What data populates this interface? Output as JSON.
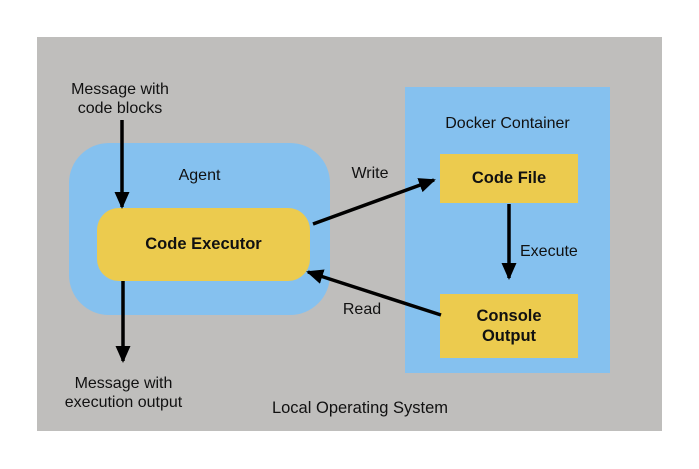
{
  "diagram": {
    "os": {
      "label": "Local Operating System"
    },
    "agent": {
      "label": "Agent"
    },
    "code_executor": {
      "label": "Code Executor"
    },
    "docker": {
      "label": "Docker Container"
    },
    "code_file": {
      "label": "Code File"
    },
    "console_output": {
      "label": "Console Output"
    },
    "input_message": {
      "line1": "Message with",
      "line2": "code blocks"
    },
    "output_message": {
      "line1": "Message with",
      "line2": "execution output"
    },
    "edges": {
      "write": {
        "label": "Write"
      },
      "execute": {
        "label": "Execute"
      },
      "read": {
        "label": "Read"
      }
    },
    "colors": {
      "background": "#ffffff",
      "os_fill": "#bfbebc",
      "container_fill": "#85c1ef",
      "node_fill": "#eccb4e",
      "arrow": "#000000",
      "text": "#111111"
    }
  }
}
